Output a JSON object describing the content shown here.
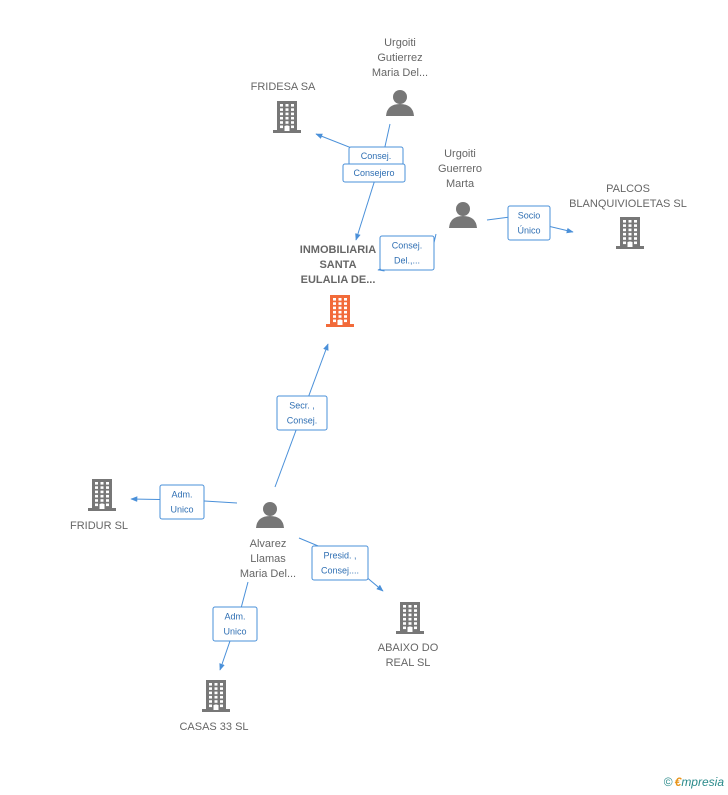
{
  "colors": {
    "edge": "#4a90d9",
    "edge_text": "#2f6fb3",
    "node": "#777777",
    "main_node": "#f26b3a",
    "label": "#666666"
  },
  "nodes": [
    {
      "id": "inmobiliaria",
      "type": "company-main",
      "lines": [
        "INMOBILIARIA",
        "SANTA",
        "EULALIA DE..."
      ]
    },
    {
      "id": "fridesa",
      "type": "company",
      "lines": [
        "FRIDESA SA"
      ]
    },
    {
      "id": "urgoiti_gutierrez",
      "type": "person",
      "lines": [
        "Urgoiti",
        "Gutierrez",
        "Maria Del..."
      ]
    },
    {
      "id": "urgoiti_guerrero",
      "type": "person",
      "lines": [
        "Urgoiti",
        "Guerrero",
        "Marta"
      ]
    },
    {
      "id": "palcos",
      "type": "company",
      "lines": [
        "PALCOS",
        "BLANQUIVIOLETAS SL"
      ]
    },
    {
      "id": "alvarez",
      "type": "person",
      "lines": [
        "Alvarez",
        "Llamas",
        "Maria Del..."
      ]
    },
    {
      "id": "fridur",
      "type": "company",
      "lines": [
        "FRIDUR SL"
      ]
    },
    {
      "id": "abaixo",
      "type": "company",
      "lines": [
        "ABAIXO DO",
        "REAL SL"
      ]
    },
    {
      "id": "casas33",
      "type": "company",
      "lines": [
        "CASAS 33 SL"
      ]
    }
  ],
  "edges": [
    {
      "from": "urgoiti_gutierrez",
      "to": "fridesa",
      "lines": [
        "Consej."
      ]
    },
    {
      "from": "urgoiti_gutierrez",
      "to": "inmobiliaria",
      "lines": [
        "Consejero"
      ]
    },
    {
      "from": "urgoiti_guerrero",
      "to": "inmobiliaria",
      "lines": [
        "Consej.",
        "Del.,..."
      ]
    },
    {
      "from": "urgoiti_guerrero",
      "to": "palcos",
      "lines": [
        "Socio",
        "Único"
      ]
    },
    {
      "from": "alvarez",
      "to": "inmobiliaria",
      "lines": [
        "Secr. ,",
        "Consej."
      ]
    },
    {
      "from": "alvarez",
      "to": "fridur",
      "lines": [
        "Adm.",
        "Unico"
      ]
    },
    {
      "from": "alvarez",
      "to": "abaixo",
      "lines": [
        "Presid. ,",
        "Consej...."
      ]
    },
    {
      "from": "alvarez",
      "to": "casas33",
      "lines": [
        "Adm.",
        "Unico"
      ]
    }
  ],
  "footer": {
    "copyright_symbol": "©",
    "brand_initial": "€",
    "brand_rest": "mpresia"
  }
}
